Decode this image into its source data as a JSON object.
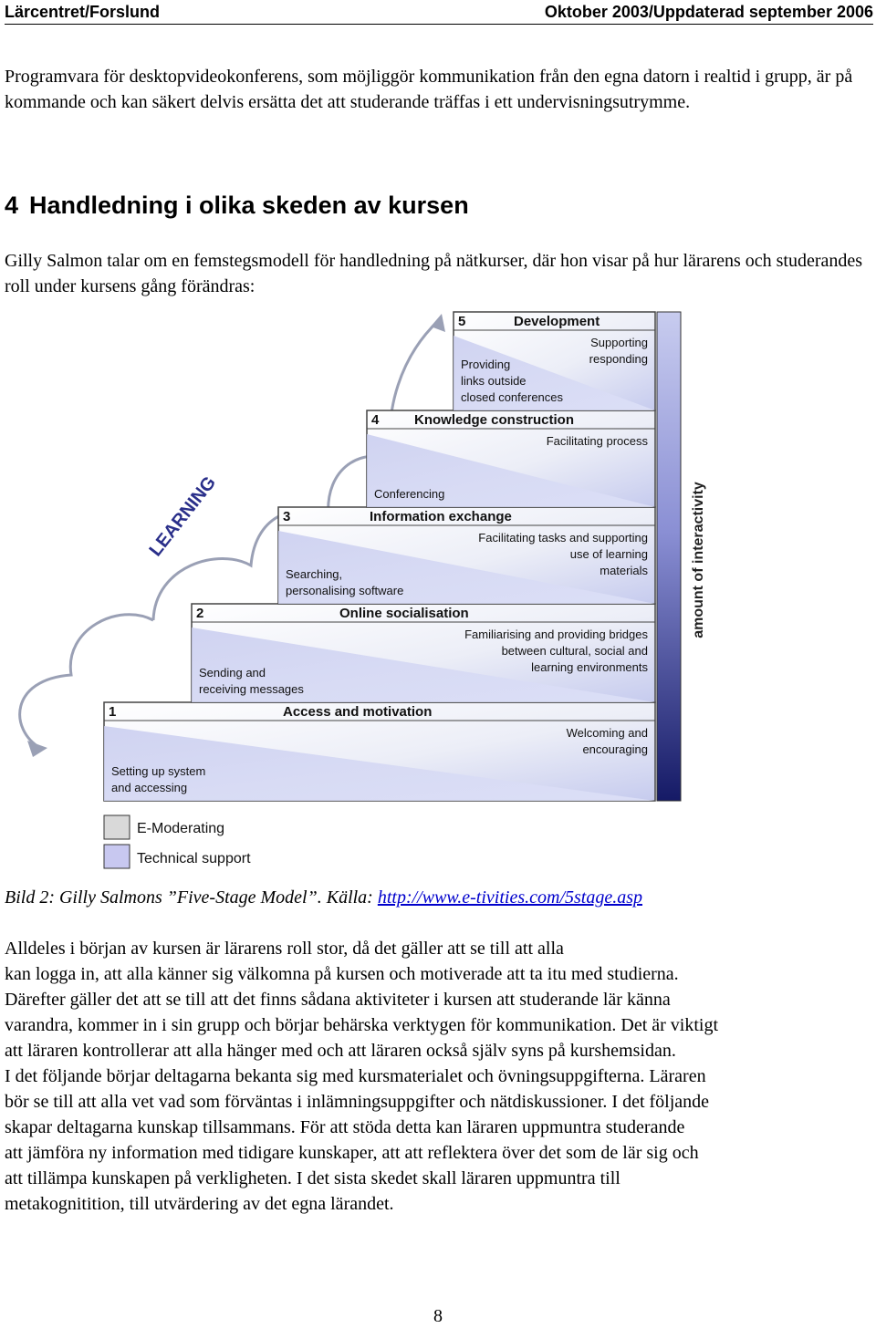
{
  "header": {
    "left": "Lärcentret/Forslund",
    "right": "Oktober 2003/Uppdaterad september 2006"
  },
  "intro": "Programvara för desktopvideokonferens, som möjliggör kommunikation från den egna datorn i realtid i grupp, är på kommande och kan säkert delvis ersätta det att studerande träffas i ett undervisningsutrymme.",
  "section": {
    "number": "4",
    "title": "Handledning i olika skeden av kursen",
    "lead": "Gilly Salmon talar om en femstegsmodell för handledning på nätkurser, där hon visar på hur lärarens och studerandes roll under kursens gång förändras:"
  },
  "diagram": {
    "learning": "LEARNING",
    "interactivity": "amount of interactivity",
    "stages": [
      {
        "num": "1",
        "title": "Access and motivation",
        "right": [
          "Welcoming and",
          "encouraging"
        ],
        "left": [
          "Setting up system",
          "and accessing"
        ]
      },
      {
        "num": "2",
        "title": "Online socialisation",
        "right": [
          "Familiarising and providing bridges",
          "between cultural, social and",
          "learning environments"
        ],
        "left": [
          "Sending and",
          "receiving messages"
        ]
      },
      {
        "num": "3",
        "title": "Information exchange",
        "right": [
          "Facilitating tasks and supporting",
          "use of learning",
          "materials"
        ],
        "left": [
          "Searching,",
          "personalising software"
        ]
      },
      {
        "num": "4",
        "title": "Knowledge construction",
        "right": [
          "Facilitating process"
        ],
        "left": [
          "Conferencing"
        ]
      },
      {
        "num": "5",
        "title": "Development",
        "right": [
          "Supporting",
          "responding"
        ],
        "left": [
          "Providing",
          "links outside",
          "closed conferences"
        ]
      }
    ],
    "legend": [
      {
        "label": "E-Moderating",
        "color": "#d9d9d9"
      },
      {
        "label": "Technical support",
        "color": "#c8c8f0"
      }
    ]
  },
  "caption": {
    "text": "Bild 2: Gilly Salmons ”Five-Stage Model”. Källa: ",
    "link": "http://www.e-tivities.com/5stage.asp"
  },
  "body_lines": [
    "Alldeles i början av kursen är lärarens roll stor, då det gäller att se till att alla",
    "kan logga in, att alla känner sig välkomna på kursen och motiverade att ta itu med studierna.",
    "Därefter gäller det att se till att det finns sådana aktiviteter i kursen att studerande lär känna",
    "varandra, kommer in i sin grupp och börjar behärska verktygen för kommunikation. Det är viktigt",
    "att läraren kontrollerar att alla hänger med och att läraren också själv syns på kurshemsidan.",
    "I det följande börjar deltagarna bekanta sig med kursmaterialet och övningsuppgifterna. Läraren",
    "bör se till att alla vet vad som förväntas i inlämningsuppgifter och nätdiskussioner. I det följande",
    "skapar deltagarna kunskap tillsammans. För att stöda detta kan läraren uppmuntra studerande",
    "att jämföra ny information med tidigare kunskaper, att att reflektera över det som de lär sig och",
    "att tillämpa kunskapen på verkligheten. I det sista skedet skall läraren uppmuntra till",
    "metakognitition, till utvärdering av det egna lärandet."
  ],
  "page_number": "8"
}
